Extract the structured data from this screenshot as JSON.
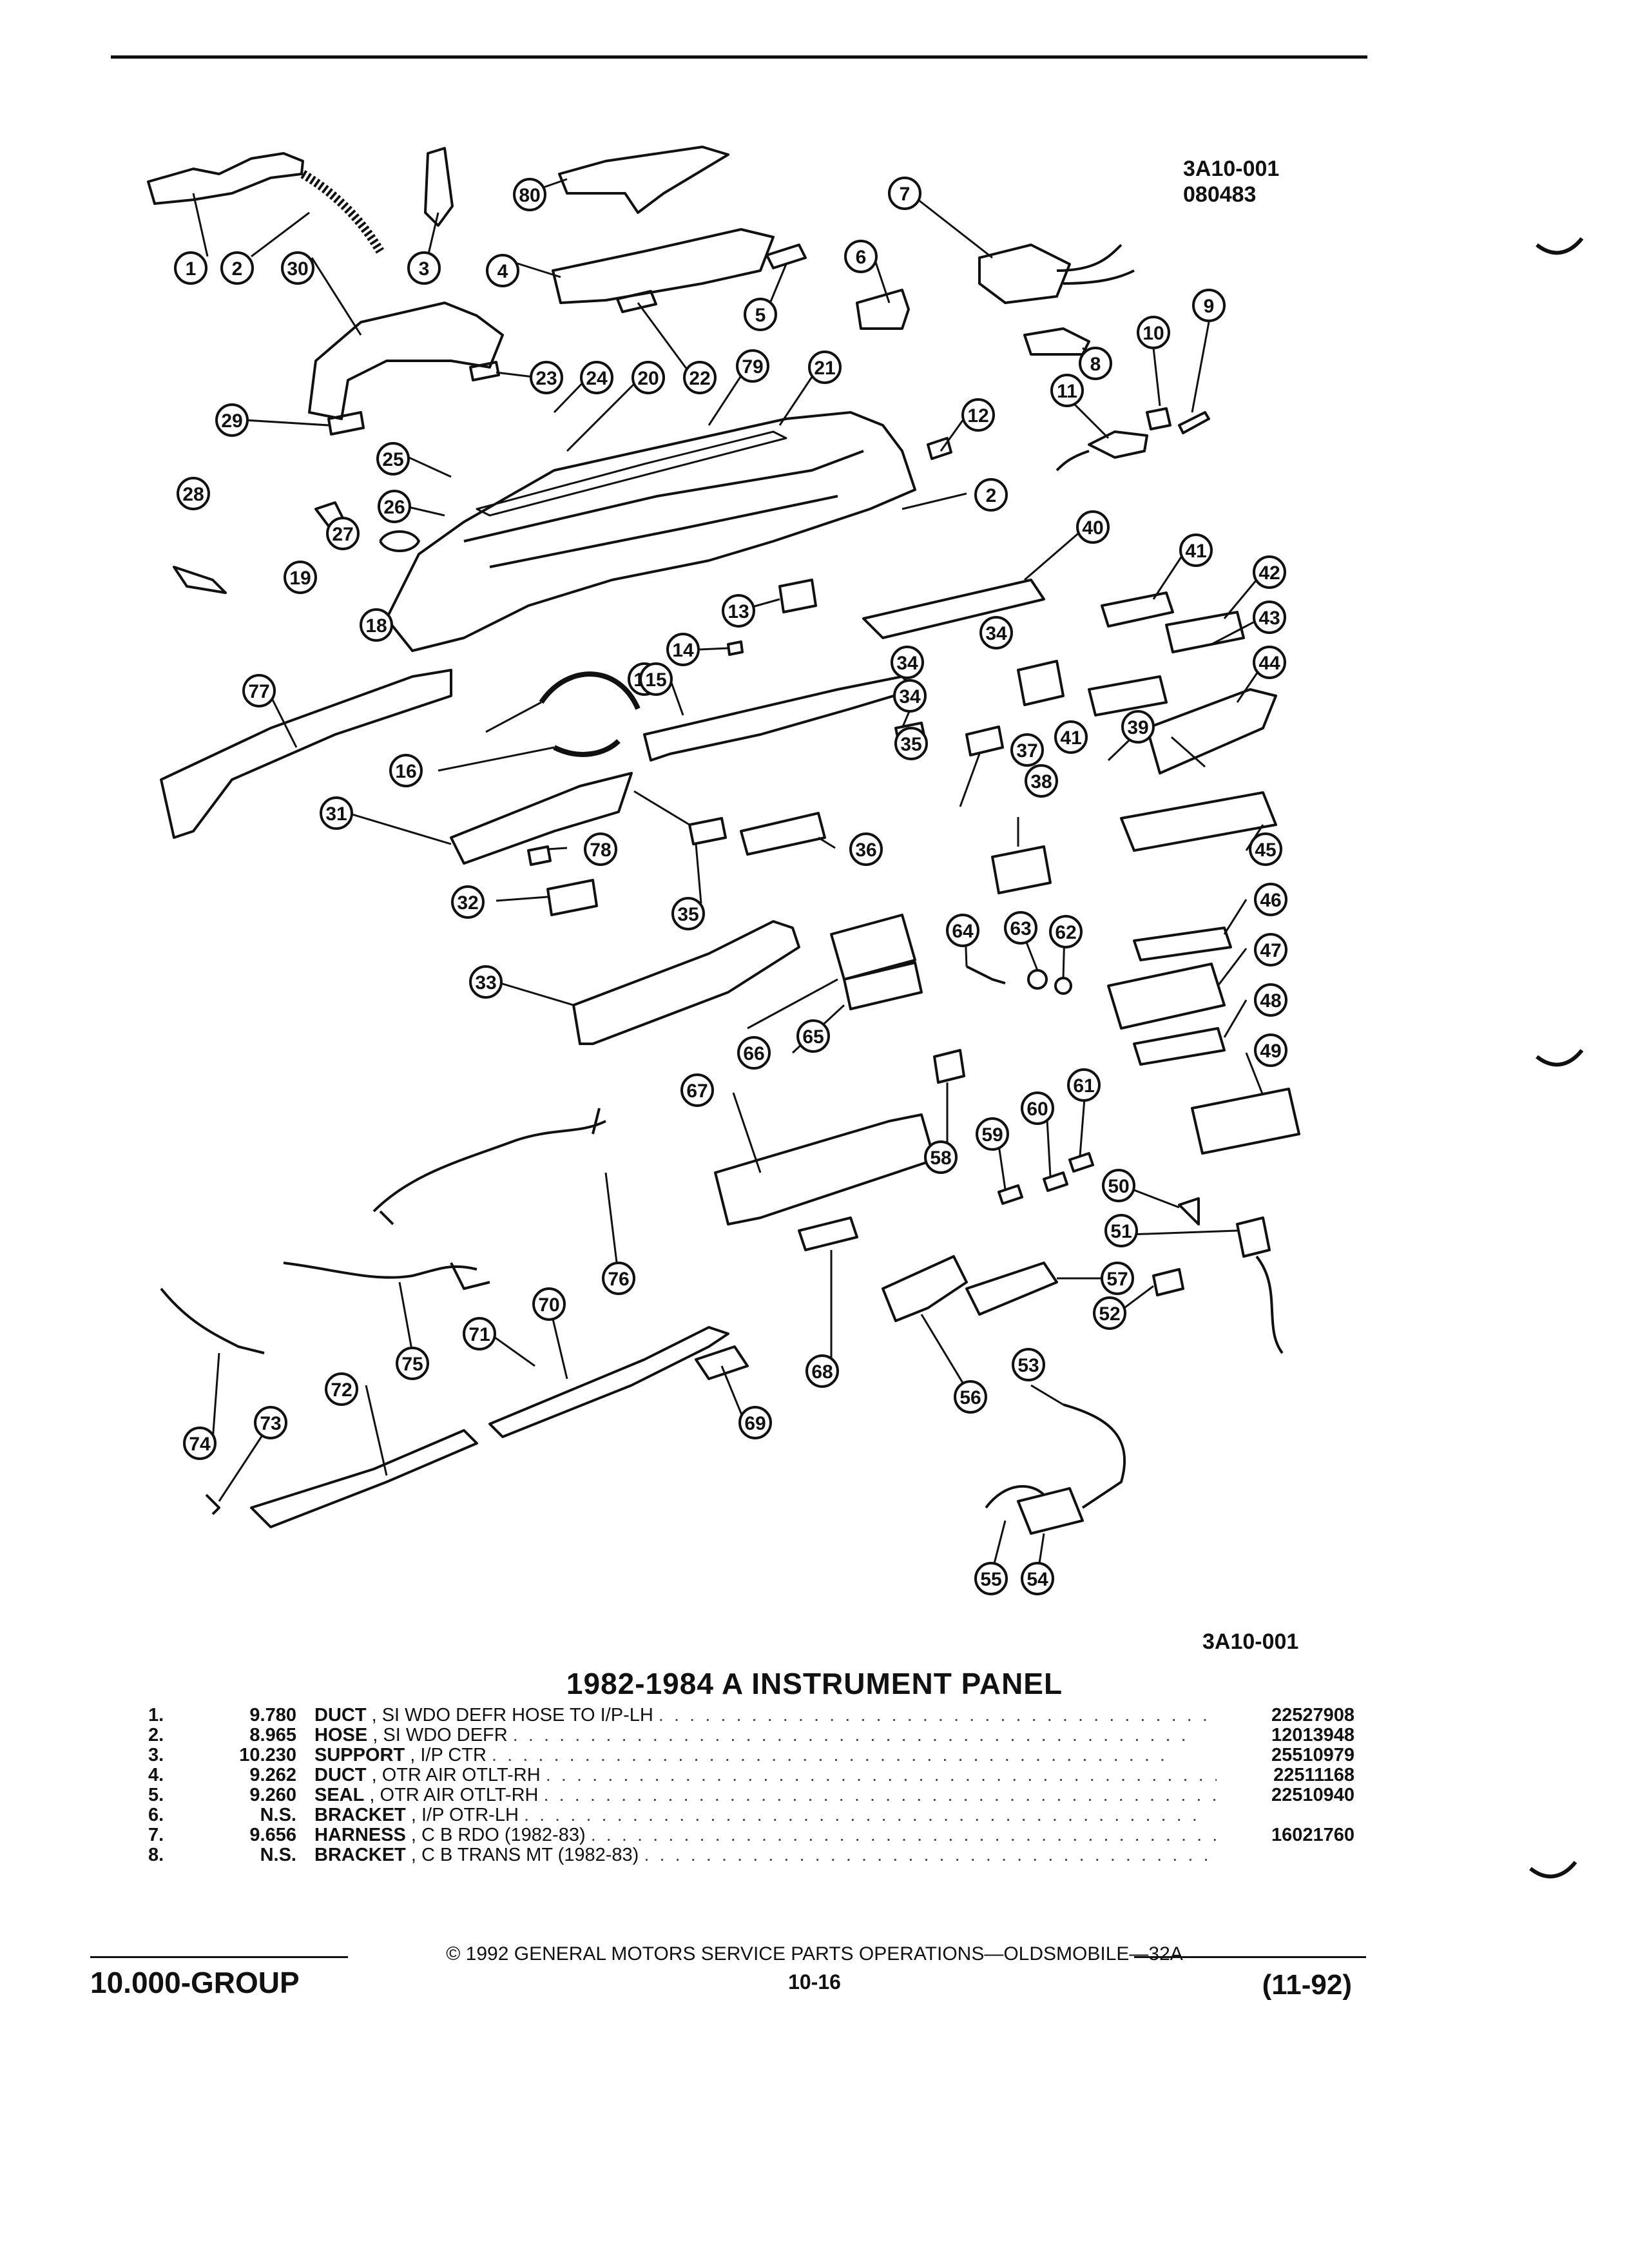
{
  "figure": {
    "id_top": "3A10-001",
    "date_code": "080483",
    "id_bottom": "3A10-001",
    "callouts": [
      "1",
      "2",
      "30",
      "3",
      "80",
      "4",
      "5",
      "7",
      "6",
      "23",
      "24",
      "20",
      "22",
      "79",
      "21",
      "29",
      "25",
      "12",
      "26",
      "28",
      "27",
      "19",
      "18",
      "2",
      "13",
      "14",
      "77",
      "17",
      "15",
      "40",
      "41",
      "34",
      "42",
      "43",
      "44",
      "34",
      "16",
      "39",
      "31",
      "34",
      "35",
      "37",
      "41",
      "38",
      "78",
      "36",
      "45",
      "32",
      "35",
      "46",
      "64",
      "63",
      "62",
      "47",
      "33",
      "65",
      "66",
      "48",
      "49",
      "67",
      "58",
      "59",
      "60",
      "61",
      "50",
      "76",
      "51",
      "70",
      "57",
      "71",
      "52",
      "75",
      "68",
      "56",
      "53",
      "72",
      "73",
      "69",
      "74",
      "55",
      "54",
      "8",
      "9",
      "10",
      "11"
    ]
  },
  "title": "1982-1984 A INSTRUMENT PANEL",
  "parts": [
    {
      "num": "1.",
      "value": "9.780",
      "name": "DUCT",
      "desc": ", SI WDO DEFR HOSE TO I/P-LH",
      "part_no": "22527908"
    },
    {
      "num": "2.",
      "value": "8.965",
      "name": "HOSE",
      "desc": ", SI WDO DEFR",
      "part_no": "12013948"
    },
    {
      "num": "3.",
      "value": "10.230",
      "name": "SUPPORT",
      "desc": ", I/P CTR",
      "part_no": "25510979"
    },
    {
      "num": "4.",
      "value": "9.262",
      "name": "DUCT",
      "desc": ", OTR AIR OTLT-RH",
      "part_no": "22511168"
    },
    {
      "num": "5.",
      "value": "9.260",
      "name": "SEAL",
      "desc": ", OTR AIR OTLT-RH",
      "part_no": "22510940"
    },
    {
      "num": "6.",
      "value": "N.S.",
      "name": "BRACKET",
      "desc": ", I/P OTR-LH",
      "part_no": ""
    },
    {
      "num": "7.",
      "value": "9.656",
      "name": "HARNESS",
      "desc": ", C B RDO (1982-83)",
      "part_no": "16021760"
    },
    {
      "num": "8.",
      "value": "N.S.",
      "name": "BRACKET",
      "desc": ", C B TRANS MT (1982-83)",
      "part_no": ""
    }
  ],
  "footer": {
    "copyright": "© 1992 GENERAL MOTORS SERVICE PARTS OPERATIONS—OLDSMOBILE—32A",
    "group": "10.000-GROUP",
    "page": "10-16",
    "date": "(11-92)"
  }
}
